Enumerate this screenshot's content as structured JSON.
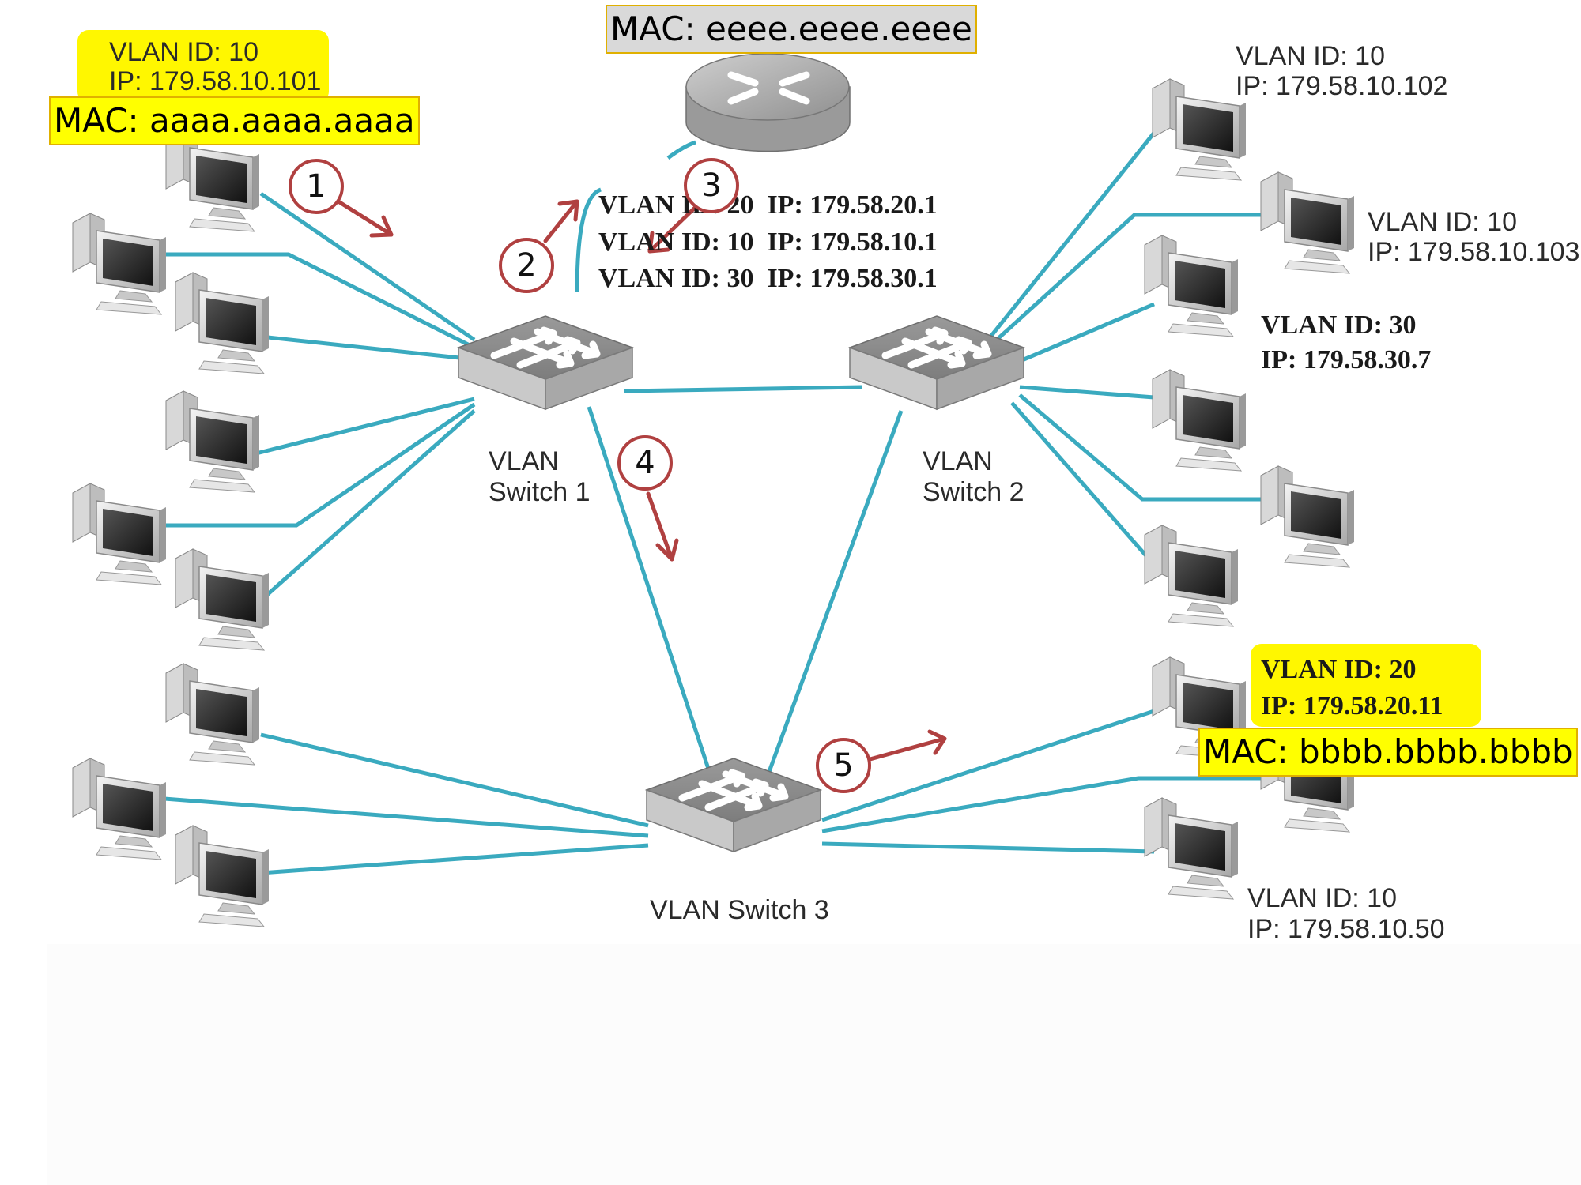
{
  "router": {
    "mac": "MAC: eeee.eeee.eeee"
  },
  "host_top_left": {
    "vlan": "VLAN ID: 10",
    "ip": "IP: 179.58.10.101",
    "mac": "MAC: aaaa.aaaa.aaaa"
  },
  "host_right_1": {
    "vlan": "VLAN ID: 10",
    "ip": "IP: 179.58.10.102"
  },
  "host_right_2": {
    "vlan": "VLAN ID: 10",
    "ip": "IP: 179.58.10.103"
  },
  "host_right_3": {
    "vlan": "VLAN ID: 30",
    "ip": "IP: 179.58.30.7"
  },
  "host_bottom_right_hl": {
    "vlan": "VLAN ID: 20",
    "ip": "IP: 179.58.20.11",
    "mac": "MAC: bbbb.bbbb.bbbb"
  },
  "host_bottom_right": {
    "vlan": "VLAN ID: 10",
    "ip": "IP: 179.58.10.50"
  },
  "router_interfaces": [
    "VLAN ID: 20  IP: 179.58.20.1",
    "VLAN ID: 10  IP: 179.58.10.1",
    "VLAN ID: 30  IP: 179.58.30.1"
  ],
  "switches": {
    "s1_line1": "VLAN",
    "s1_line2": "Switch 1",
    "s2_line1": "VLAN",
    "s2_line2": "Switch 2",
    "s3": "VLAN Switch 3"
  },
  "steps": [
    "1",
    "2",
    "3",
    "4",
    "5"
  ],
  "colors": {
    "link": "#3aaabf",
    "arrow": "#b04040",
    "highlight": "#fff700",
    "mac_box_gray": "#d9d9d9"
  }
}
